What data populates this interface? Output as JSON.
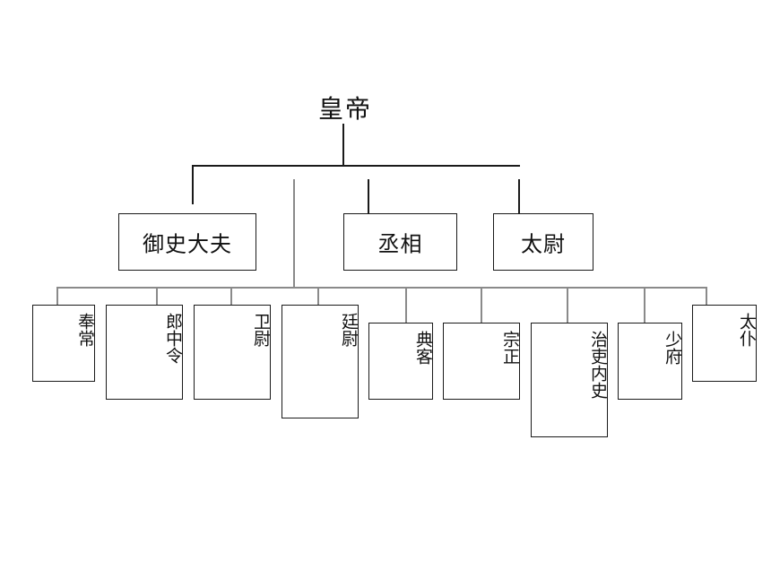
{
  "top": {
    "label": "皇帝"
  },
  "ministers": [
    {
      "id": "yushi",
      "label": "御史大夫"
    },
    {
      "id": "chengxiang",
      "label": "丞相"
    },
    {
      "id": "taiwei",
      "label": "太尉"
    }
  ],
  "nine_ministers": [
    {
      "id": "fengchang",
      "label": "奉常"
    },
    {
      "id": "langzhongling",
      "label": "郎中令"
    },
    {
      "id": "weiwei",
      "label": "卫尉"
    },
    {
      "id": "tingwei",
      "label": "廷尉"
    },
    {
      "id": "dianke",
      "label": "典客"
    },
    {
      "id": "zongzheng",
      "label": "宗正"
    },
    {
      "id": "zhisuneishi",
      "label": "治吏内史"
    },
    {
      "id": "shaofu",
      "label": "少府"
    },
    {
      "id": "taipu",
      "label": "太仆"
    }
  ]
}
